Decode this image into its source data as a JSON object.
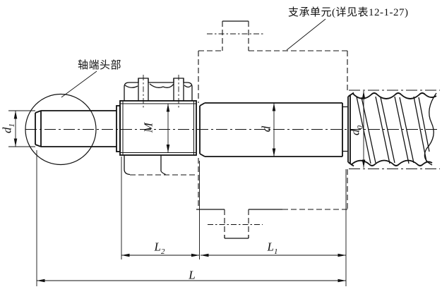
{
  "drawing": {
    "type": "engineering-drawing",
    "subject": "ball-screw-shaft-end-with-support-unit",
    "colors": {
      "line": "#111111",
      "background": "#ffffff"
    },
    "annotations": {
      "support_unit_label": "支承单元(详见表12-1-27)",
      "shaft_end_label": "轴端头部"
    },
    "dimensions": {
      "d1": {
        "base": "d",
        "sub": "1"
      },
      "M": {
        "base": "M",
        "sub": ""
      },
      "d": {
        "base": "d",
        "sub": ""
      },
      "d0": {
        "base": "d",
        "sub": "0"
      },
      "L2": {
        "base": "L",
        "sub": "2"
      },
      "L1": {
        "base": "L",
        "sub": "1"
      },
      "L": {
        "base": "L",
        "sub": ""
      }
    }
  }
}
